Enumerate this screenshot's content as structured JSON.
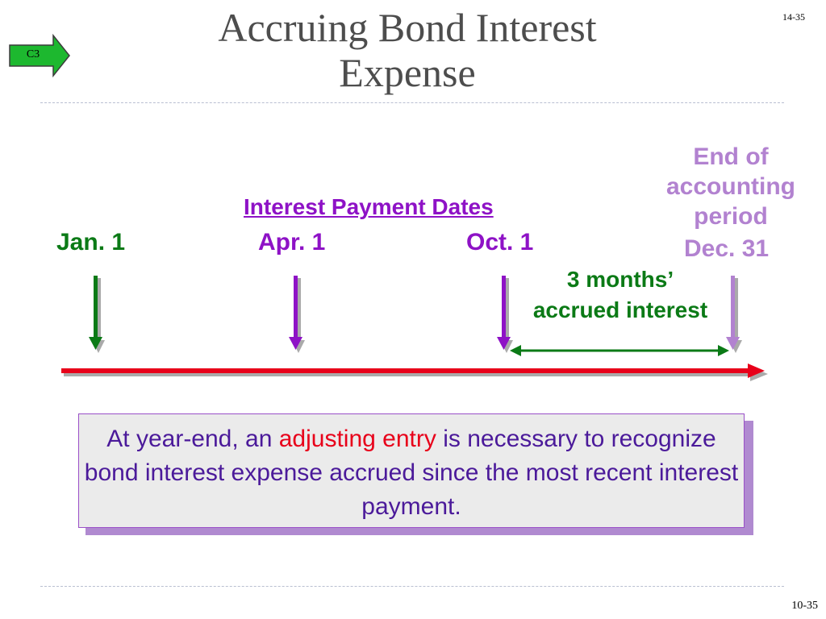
{
  "slide": {
    "title_line1": "Accruing Bond Interest",
    "title_line2": "Expense",
    "page_top": "14-35",
    "page_bottom": "10-35",
    "badge": "C3"
  },
  "timeline": {
    "header": "Interest Payment Dates",
    "jan": "Jan. 1",
    "apr": "Apr. 1",
    "oct": "Oct. 1",
    "end_line1": "End of",
    "end_line2": "accounting",
    "end_line3": "period",
    "dec": "Dec. 31",
    "accrued_line1": "3 months’",
    "accrued_line2": "accrued interest"
  },
  "note": {
    "part1": "At year-end, an ",
    "highlight": "adjusting entry",
    "part2": " is necessary to recognize bond interest expense accrued since the most recent interest payment."
  },
  "colors": {
    "green": "#0b7a16",
    "purple": "#8e12c6",
    "lavender": "#b282d0",
    "red": "#e8001a"
  }
}
